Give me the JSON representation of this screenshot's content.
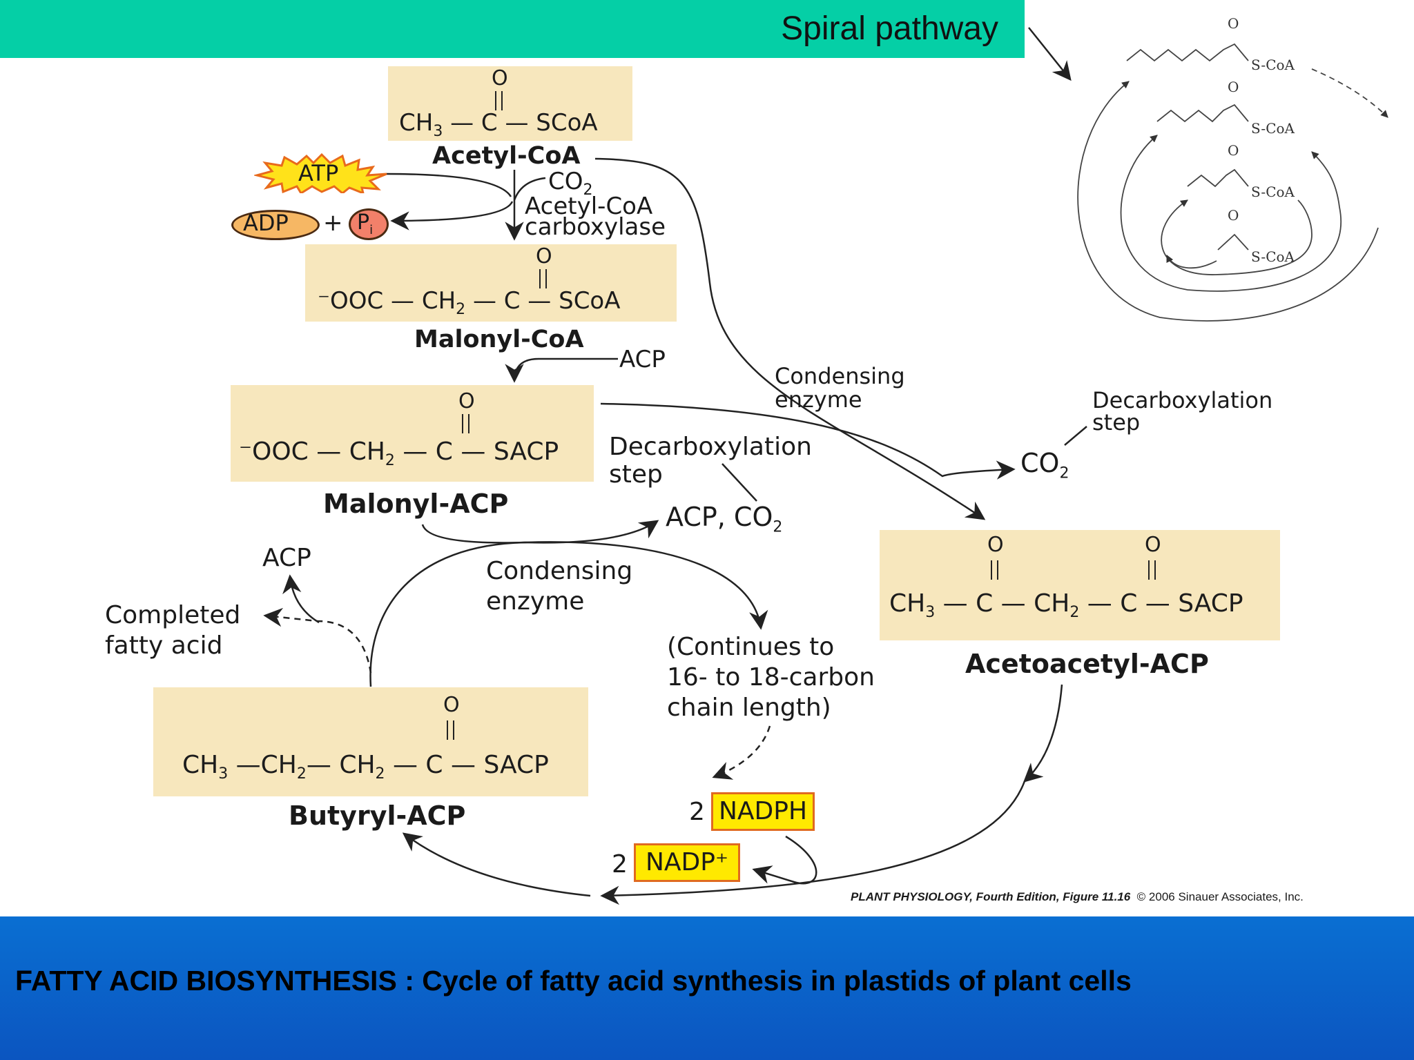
{
  "header": {
    "title": "Spiral pathway"
  },
  "molecules": {
    "acetyl_coa": {
      "formula_left": "CH",
      "sub": "3",
      "formula_right": " — C — SCoA",
      "o": "O",
      "name": "Acetyl-CoA"
    },
    "malonyl_coa": {
      "formula_a": "⁻OOC — CH",
      "sub": "2",
      "formula_b": " — C — SCoA",
      "o": "O",
      "name": "Malonyl-CoA"
    },
    "malonyl_acp": {
      "formula_a": "⁻OOC — CH",
      "sub": "2",
      "formula_b": " — C — SACP",
      "o": "O",
      "name": "Malonyl-ACP"
    },
    "acetoacetyl_acp": {
      "f1": "CH",
      "s1": "3",
      "f2": " — C — CH",
      "s2": "2",
      "f3": " — C — SACP",
      "o1": "O",
      "o2": "O",
      "name": "Acetoacetyl-ACP"
    },
    "butyryl_acp": {
      "f1": "CH",
      "s1": "3",
      "f2": " —CH",
      "s2": "2",
      "f3": "— CH",
      "s3": "2",
      "f4": " — C — SACP",
      "o": "O",
      "name": "Butyryl-ACP"
    }
  },
  "cofactors": {
    "atp": "ATP",
    "adp": "ADP",
    "plus": "+",
    "pi": "P",
    "pi_sub": "i",
    "nadph_coef": "2",
    "nadph": "NADPH",
    "nadp_coef": "2",
    "nadp": "NADP⁺"
  },
  "labels": {
    "co2_top": "CO",
    "co2_top_sub": "2",
    "carboxylase": "Acetyl-CoA\ncarboxylase",
    "acp_top": "ACP",
    "condensing_enzyme_1": "Condensing\nenzyme",
    "decarboxylation_1": "Decarboxylation\nstep",
    "co2_right": "CO",
    "co2_right_sub": "2",
    "decarboxylation_2": "Decarboxylation\nstep",
    "acp_co2": "ACP, CO",
    "acp_co2_sub": "2",
    "condensing_enzyme_2": "Condensing\nenzyme",
    "acp_left": "ACP",
    "completed_fatty_acid": "Completed\nfatty acid",
    "continues": "(Continues to\n16- to 18-carbon\nchain length)"
  },
  "spiral": {
    "o": "O",
    "s_coa": "S-CoA"
  },
  "credit": {
    "source": "PLANT PHYSIOLOGY, Fourth Edition, Figure 11.16",
    "copyright": "© 2006 Sinauer Associates, Inc."
  },
  "footer": {
    "caption": "FATTY ACID BIOSYNTHESIS : Cycle of fatty acid synthesis in plastids of plant cells"
  },
  "colors": {
    "banner": "#05cfa6",
    "molecule_box": "#f7e7bd",
    "nadph_fill": "#ffe900",
    "footer": "#0b62c9"
  }
}
